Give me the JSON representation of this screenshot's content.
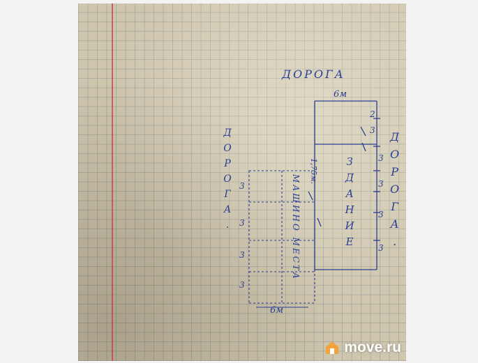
{
  "sketch": {
    "road_top": "ДОРОГА",
    "road_right": "ДОРОГА.",
    "road_left": "ДОРОГА.",
    "building_label": "ЗДАНИЕ",
    "parking_label": "МАШИНО МЕСТА",
    "width_top": "6м",
    "width_bottom": "6м",
    "offset": "1,75м.",
    "segment_right": [
      "2",
      "3",
      "3",
      "3",
      "3",
      "3"
    ],
    "segment_left": [
      "3",
      "3",
      "3",
      "3"
    ]
  },
  "watermark": {
    "text": "move.ru",
    "accent_color": "#f2a33a"
  },
  "colors": {
    "ink": "#2c3e93",
    "paper": "#cfc6ae",
    "margin": "#c83c46"
  }
}
